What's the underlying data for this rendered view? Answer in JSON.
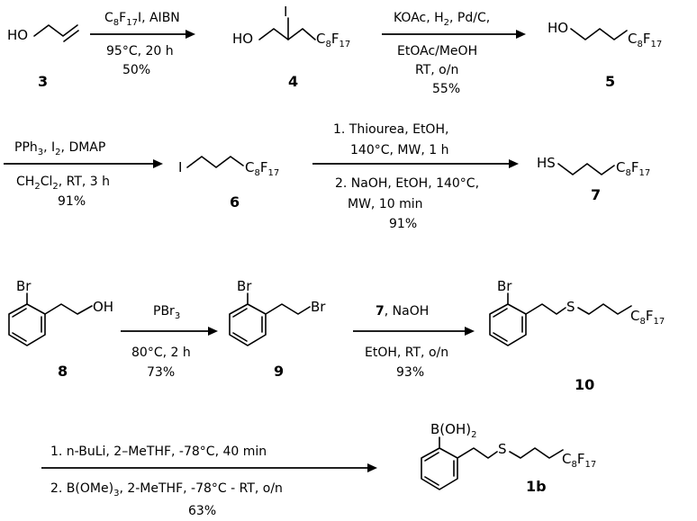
{
  "atoms": {
    "ho": "HO",
    "hs": "HS",
    "oh": "OH",
    "br": "Br",
    "i": "I",
    "s": "S",
    "c8f17_c": "C",
    "c8f17_8": "8",
    "c8f17_f": "F",
    "c8f17_17": "17",
    "boh2_b": "B(OH)",
    "boh2_2": "2"
  },
  "compounds": {
    "c3": "3",
    "c4": "4",
    "c5": "5",
    "c6": "6",
    "c7": "7",
    "c8": "8",
    "c9": "9",
    "c10": "10",
    "c1b": "1b"
  },
  "steps": {
    "s1": {
      "above": {
        "t1": "C",
        "t2": "8",
        "t3": "F",
        "t4": "17",
        "t5": "I, AIBN"
      },
      "below1": "95°C, 20 h",
      "yield": "50%"
    },
    "s2": {
      "above": {
        "t1": "KOAc, H",
        "t2": "2",
        "t3": ", Pd/C,"
      },
      "below1": "EtOAc/MeOH",
      "below2": "RT, o/n",
      "yield": "55%"
    },
    "s3": {
      "above": {
        "t1": "PPh",
        "t2": "3",
        "t3": ", I",
        "t4": "2",
        "t5": ", DMAP"
      },
      "below1": {
        "t1": "CH",
        "t2": "2",
        "t3": "Cl",
        "t4": "2",
        "t5": ", RT, 3 h"
      },
      "yield": "91%"
    },
    "s4": {
      "a1": "1. Thiourea, EtOH,",
      "a2": "140°C, MW, 1 h",
      "b1": "2. NaOH, EtOH, 140°C,",
      "b2": "MW, 10 min",
      "yield": "91%"
    },
    "s5": {
      "above": {
        "t1": "PBr",
        "t2": "3"
      },
      "below1": "80°C, 2 h",
      "yield": "73%"
    },
    "s6": {
      "above": {
        "t1": "7",
        "t2": ", NaOH"
      },
      "below1": "EtOH, RT, o/n",
      "yield": "93%"
    },
    "s7": {
      "a1": "1. n-BuLi, 2–MeTHF, -78°C, 40 min",
      "b1": {
        "t1": "2. B(OMe)",
        "t2": "3",
        "t3": ", 2-MeTHF, -78°C - RT, o/n"
      },
      "yield": "63%"
    }
  }
}
